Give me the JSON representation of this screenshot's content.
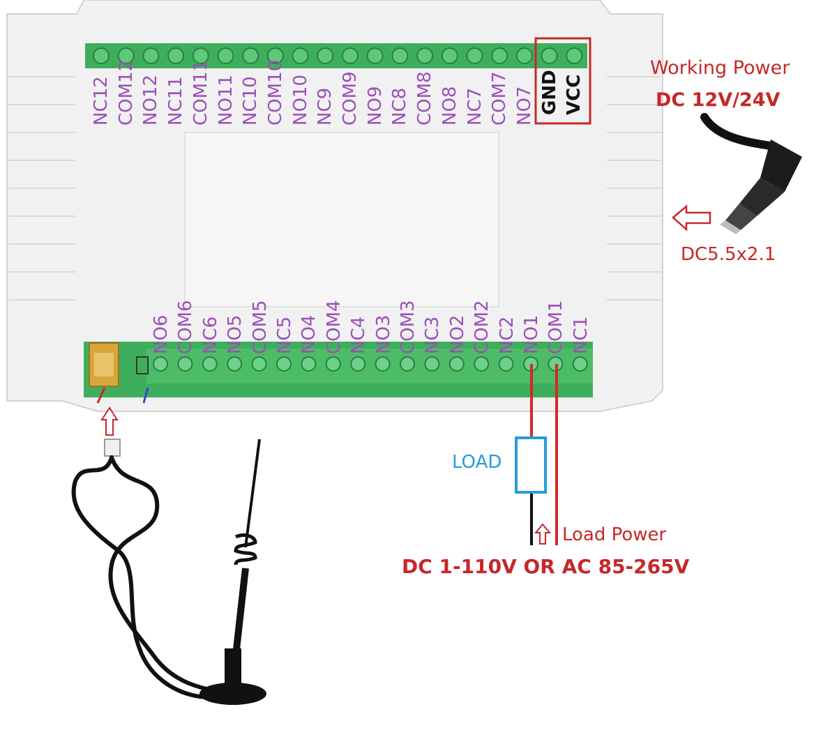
{
  "top_terminals": [
    "NC12",
    "COM12",
    "NO12",
    "NC11",
    "COM11",
    "NO11",
    "NC10",
    "COM10",
    "NO10",
    "NC9",
    "COM9",
    "NO9",
    "NC8",
    "COM8",
    "NO8",
    "NC7",
    "COM7",
    "NO7"
  ],
  "power_terminals": [
    "GND",
    "VCC"
  ],
  "bottom_terminals": [
    "NO6",
    "COM6",
    "NC6",
    "NO5",
    "COM5",
    "NC5",
    "NO4",
    "COM4",
    "NC4",
    "NO3",
    "COM3",
    "NC3",
    "NO2",
    "COM2",
    "NC2",
    "NO1",
    "COM1",
    "NC1"
  ],
  "working_power": {
    "line1": "Working Power",
    "line2": "DC 12V/24V"
  },
  "dc_jack": "DC5.5x2.1",
  "load_label": "LOAD",
  "load_power": {
    "line1": "Load Power",
    "line2": "DC 1-110V OR AC 85-265V"
  },
  "colors": {
    "terminal_green": "#3fae5c",
    "housing": "#f1f1f1",
    "pin_label": "#9c4fb8",
    "annotation_red": "#c62828",
    "load_blue": "#2a9bd6"
  }
}
